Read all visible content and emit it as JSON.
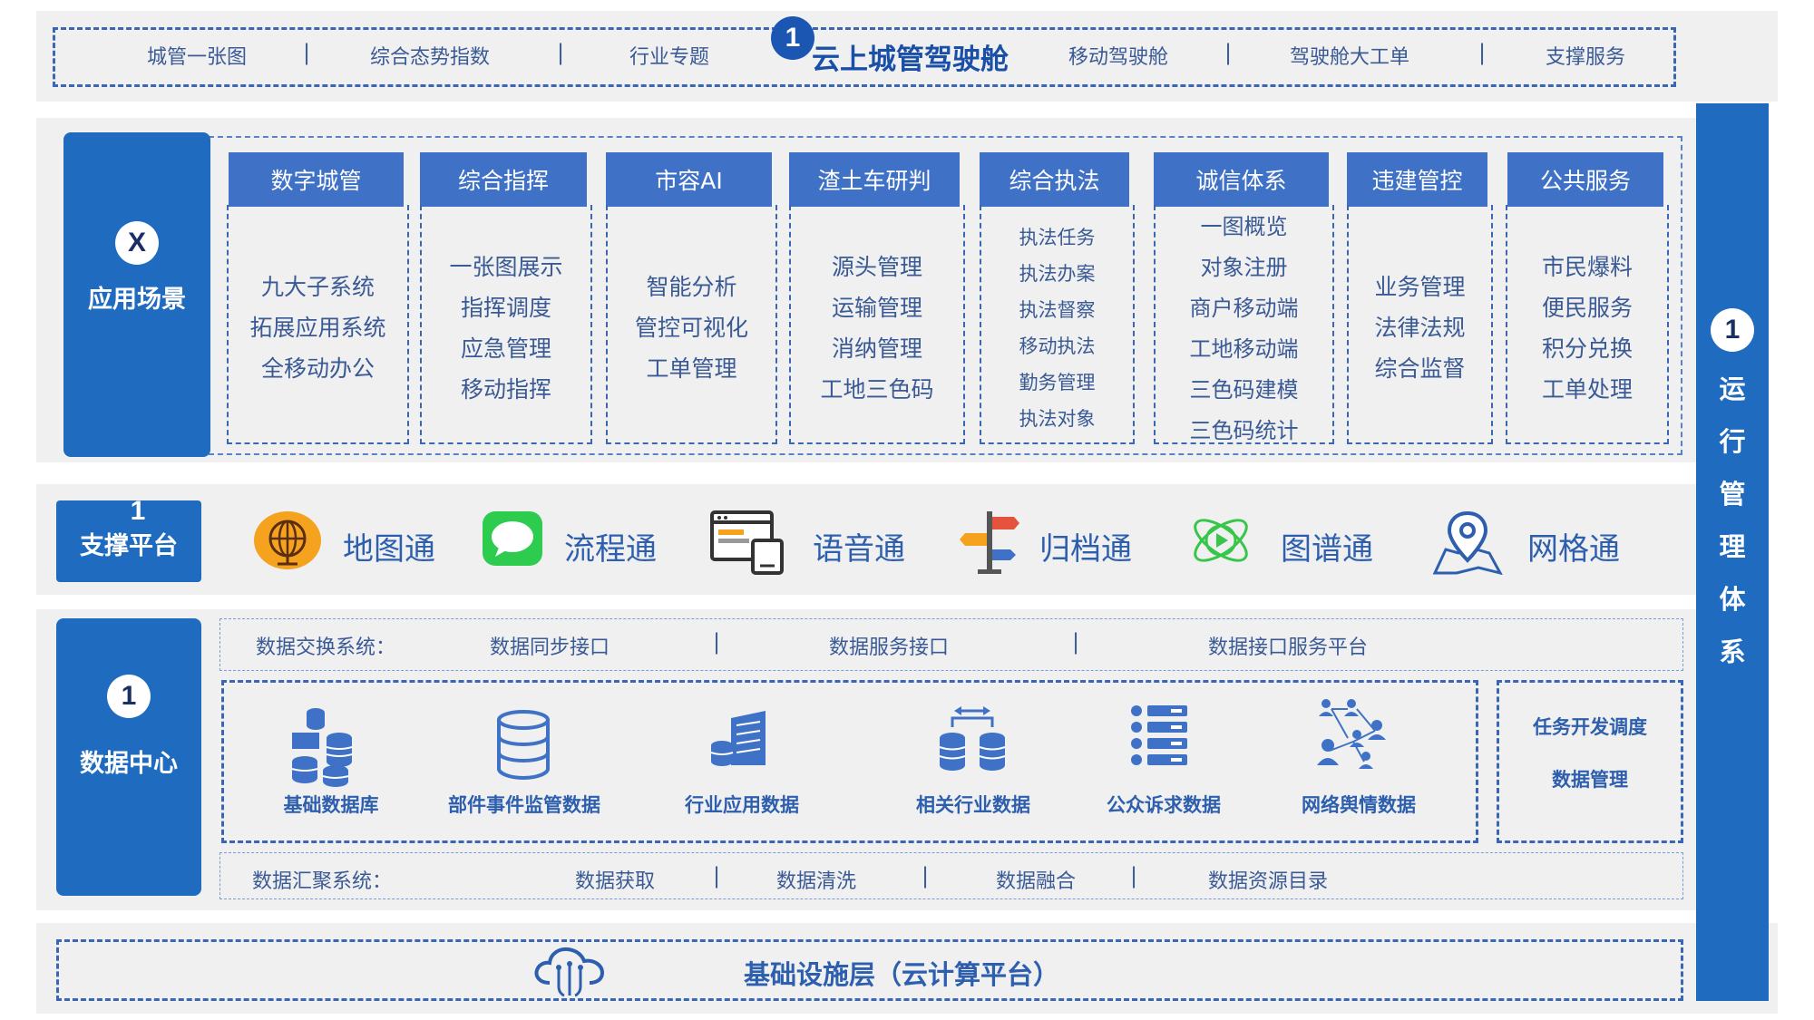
{
  "top": {
    "badge": "1",
    "title": "云上城管驾驶舱",
    "items": [
      "城管一张图",
      "综合态势指数",
      "行业专题",
      "移动驾驶舱",
      "驾驶舱大工单",
      "支撑服务"
    ],
    "sep": "|"
  },
  "app": {
    "badge": "X",
    "label": "应用场景",
    "categories": [
      {
        "title": "数字城管",
        "items": [
          "九大子系统",
          "拓展应用系统",
          "全移动办公"
        ]
      },
      {
        "title": "综合指挥",
        "items": [
          "一张图展示",
          "指挥调度",
          "应急管理",
          "移动指挥"
        ]
      },
      {
        "title": "市容AI",
        "items": [
          "智能分析",
          "管控可视化",
          "工单管理"
        ]
      },
      {
        "title": "渣土车研判",
        "items": [
          "源头管理",
          "运输管理",
          "消纳管理",
          "工地三色码"
        ]
      },
      {
        "title": "综合执法",
        "items": [
          "执法任务",
          "执法办案",
          "执法督察",
          "移动执法",
          "勤务管理",
          "执法对象"
        ]
      },
      {
        "title": "诚信体系",
        "items": [
          "一图概览",
          "对象注册",
          "商户移动端",
          "工地移动端",
          "三色码建模",
          "三色码统计"
        ]
      },
      {
        "title": "违建管控",
        "items": [
          "业务管理",
          "法律法规",
          "综合监督"
        ]
      },
      {
        "title": "公共服务",
        "items": [
          "市民爆料",
          "便民服务",
          "积分兑换",
          "工单处理"
        ]
      }
    ]
  },
  "support": {
    "badge": "1",
    "label": "支撑平台",
    "items": [
      {
        "label": "地图通",
        "icon": "globe-icon"
      },
      {
        "label": "流程通",
        "icon": "chat-bubble-icon"
      },
      {
        "label": "语音通",
        "icon": "window-phone-icon"
      },
      {
        "label": "归档通",
        "icon": "signpost-icon"
      },
      {
        "label": "图谱通",
        "icon": "play-orbit-icon"
      },
      {
        "label": "网格通",
        "icon": "map-pin-icon"
      }
    ]
  },
  "data": {
    "badge": "1",
    "label": "数据中心",
    "exchange": {
      "label": "数据交换系统：",
      "items": [
        "数据同步接口",
        "数据服务接口",
        "数据接口服务平台"
      ]
    },
    "databases": [
      {
        "label": "基础数据库",
        "icon": "database-cluster-icon"
      },
      {
        "label": "部件事件监管数据",
        "icon": "database-icon"
      },
      {
        "label": "行业应用数据",
        "icon": "server-building-icon"
      },
      {
        "label": "相关行业数据",
        "icon": "database-sync-icon"
      },
      {
        "label": "公众诉求数据",
        "icon": "list-icon"
      },
      {
        "label": "网络舆情数据",
        "icon": "people-network-icon"
      }
    ],
    "side": [
      "任务开发调度",
      "数据管理"
    ],
    "aggregate": {
      "label": "数据汇聚系统：",
      "items": [
        "数据获取",
        "数据清洗",
        "数据融合",
        "数据资源目录"
      ]
    }
  },
  "infra": {
    "label": "基础设施层（云计算平台）",
    "icon": "cloud-icon"
  },
  "ops": {
    "badge": "1",
    "chars": [
      "运",
      "行",
      "管",
      "理",
      "体",
      "系"
    ]
  },
  "colors": {
    "blue": "#1e6bbf",
    "header": "#3f72c6",
    "text": "#3a5a95",
    "dash": "#3a66b3"
  }
}
